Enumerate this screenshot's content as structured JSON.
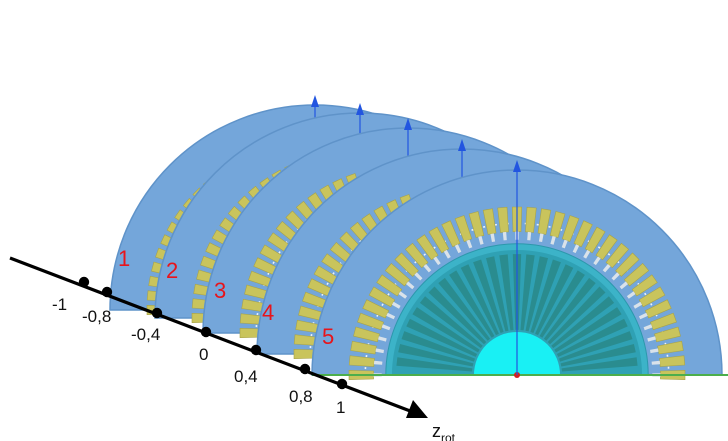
{
  "axis": {
    "name": "z",
    "subscript": "rot",
    "ticks": [
      {
        "value": -1,
        "label": "-1"
      },
      {
        "value": -0.8,
        "label": "-0,8"
      },
      {
        "value": -0.4,
        "label": "-0,4"
      },
      {
        "value": 0,
        "label": "0"
      },
      {
        "value": 0.4,
        "label": "0,4"
      },
      {
        "value": 0.8,
        "label": "0,8"
      },
      {
        "value": 1,
        "label": "1"
      }
    ]
  },
  "slices": [
    {
      "label": "1",
      "position": -0.8
    },
    {
      "label": "2",
      "position": -0.4
    },
    {
      "label": "3",
      "position": 0
    },
    {
      "label": "4",
      "position": 0.4
    },
    {
      "label": "5",
      "position": 0.8
    }
  ],
  "colors": {
    "stator": "#74a6da",
    "stator_edge": "#5f93c9",
    "stator_slot": "#c9c45c",
    "slot_opening": "#d9e2ea",
    "rotor": "#3cb3c8",
    "rotor_bar": "#2a8c8f",
    "shaft": "#19f0f4",
    "field_line": "#2255e0",
    "axis": "#000000",
    "slice_number": "#e8141b",
    "ground_line": "#4cae4c"
  }
}
